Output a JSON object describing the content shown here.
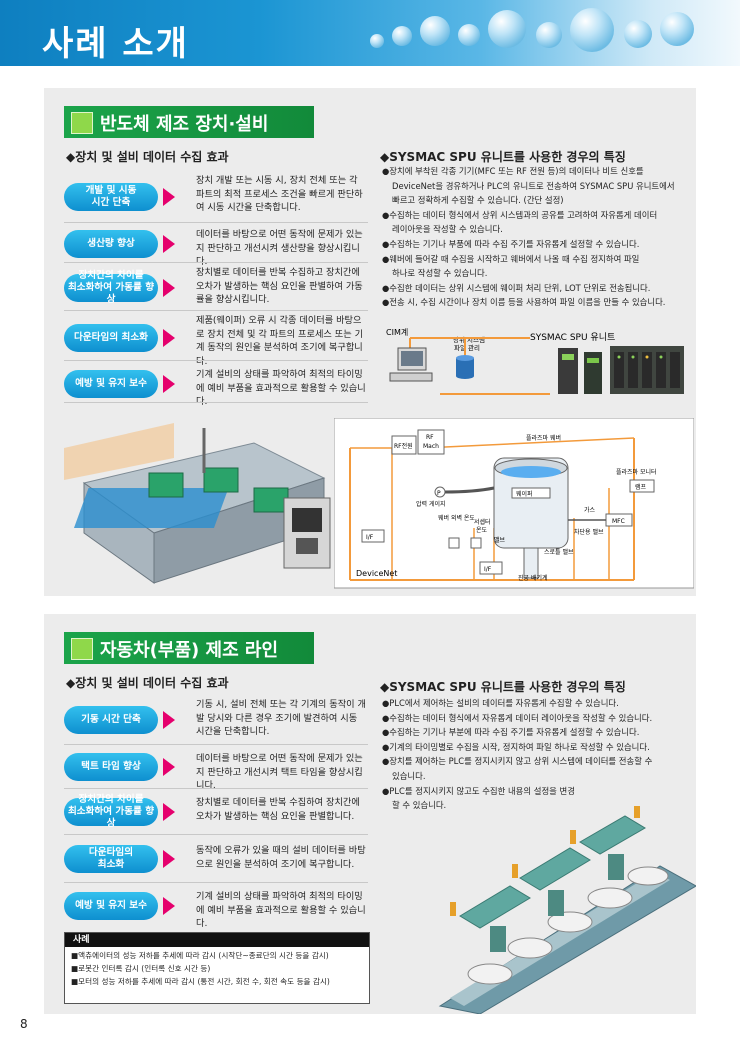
{
  "page": {
    "title": "사례 소개",
    "page_number": "8"
  },
  "section1": {
    "heading": "반도체 제조 장치·설비",
    "left_heading": "◆장치 및 설비 데이터 수집 효과",
    "right_heading": "◆SYSMAC SPU 유니트를 사용한 경우의 특징",
    "rows": [
      {
        "label": "개발 및 시동\n시간 단축",
        "text": "장치 개발 또는 시동 시, 장치 전체 또는 각 파트의 최적 프로세스 조건을 빠르게 판단하여 시동 시간을 단축합니다."
      },
      {
        "label": "생산량 향상",
        "text": "데이터를 바탕으로 어떤 동작에 문제가 있는지 판단하고 개선시켜 생산량을 향상시킵니다."
      },
      {
        "label": "장치간의 차이를\n최소화하여 가동률 향상",
        "text": "장치별로 데이터를 반복 수집하고 장치간에 오차가 발생하는 핵심 요인을 판별하여 가동률을 향상시킵니다."
      },
      {
        "label": "다운타임의 최소화",
        "text": "제품(웨이퍼) 오류 시 각종 데이터를 바탕으로 장치 전체 및 각 파트의 프로세스 또는 기계 동작의 원인을 분석하여 조기에 복구합니다."
      },
      {
        "label": "예방 및 유지 보수",
        "text": "기계 설비의 상태를 파악하여 최적의 타이밍에 예비 부품을 효과적으로 활용할 수 있습니다."
      }
    ],
    "bullets": [
      "●장치에 부착된 각종 기기(MFC 또는 RF 전원 등)의 데이터나 비트 신호를",
      "DeviceNet을 경유하거나 PLC의 유니트로 전송하여 SYSMAC SPU 유니트에서",
      "빠르고 정확하게 수집할 수 있습니다. (간단 설정)",
      "●수집하는 데이터 형식에서 상위 시스템과의 공유를 고려하여 자유롭게 데이터",
      "레이아웃을 작성할 수 있습니다.",
      "●수집하는 기기나 부품에 따라 수집 주기를 자유롭게 설정할 수 있습니다.",
      "●웨버에 들어갈 때 수집을 시작하고 웨버에서 나올 때 수집 정지하여 파일",
      "하나로 작성할 수 있습니다.",
      "●수집한 데이터는 상위 시스템에 웨이퍼 처리 단위, LOT 단위로 전송됩니다.",
      "●전송 시, 수집 시간이나 장치 이름 등을 사용하여 파일 이름을 만들 수 있습니다."
    ],
    "diagram": {
      "cim": "CIM계",
      "host_line1": "상위 시스템",
      "host_line2": "파일 관리",
      "spu": "SYSMAC SPU 유니트",
      "rf_power": "RF전원",
      "rf_match": "RF",
      "rf_match2": "Mach",
      "plasma_electrode": "플라즈마 웨버",
      "plasma_monitor": "플라즈마 모니터",
      "lamp": "램프",
      "pressure_gauge": "압력 게이지",
      "wafer": "웨이퍼",
      "gas": "가스",
      "mfc": "MFC",
      "chamber_temp": "웨버 외벽 온도",
      "thermistor1": "서셉터",
      "thermistor2": "온도",
      "shutoff_valve": "차단용 밸브",
      "valve": "밸브",
      "throttle_valve": "스로틀 밸브",
      "if1": "I/F",
      "if2": "I/F",
      "pump": "진공 배기계",
      "devicenet": "DeviceNet"
    }
  },
  "section2": {
    "heading": "자동차(부품) 제조 라인",
    "left_heading": "◆장치 및 설비 데이터 수집 효과",
    "right_heading": "◆SYSMAC SPU 유니트를 사용한 경우의 특징",
    "rows": [
      {
        "label": "기동 시간 단축",
        "text": "기동 시, 설비 전체 또는 각 기계의 동작이 개발 당시와 다른 경우 조기에 발견하여 시동 시간을 단축합니다."
      },
      {
        "label": "택트 타임 향상",
        "text": "데이터를 바탕으로 어떤 동작에 문제가 있는지 판단하고 개선시켜 택트 타임을 향상시킵니다."
      },
      {
        "label": "장치간의 차이를\n최소화하여 가동률 향상",
        "text": "장치별로 데이터를 반복 수집하여 장치간에 오차가 발생하는 핵심 요인을 판별합니다."
      },
      {
        "label": "다운타임의\n최소화",
        "text": "동작에 오류가 있을 때의 설비 데이터를 바탕으로 원인을 분석하여 조기에 복구합니다."
      },
      {
        "label": "예방 및 유지 보수",
        "text": "기계 설비의 상태를 파악하여 최적의 타이밍에 예비 부품을 효과적으로 활용할 수 있습니다."
      }
    ],
    "bullets": [
      "●PLC에서 제어하는 설비의 데이터를 자유롭게 수집할 수 있습니다.",
      "●수집하는 데이터 형식에서 자유롭게 데이터 레이아웃을 작성할 수 있습니다.",
      "●수집하는 기기나 부분에 따라 수집 주기를 자유롭게 설정할 수 있습니다.",
      "●기계의 타이밍별로 수집을 시작, 정지하여 파일 하나로 작성할 수 있습니다.",
      "●장치를 제어하는 PLC를 정지시키지 않고 상위 시스템에 데이터를 전송할 수",
      "있습니다.",
      "●PLC를 정지시키지 않고도 수집한 내용의 설정을 변경",
      "할 수 있습니다."
    ],
    "case": {
      "heading": "사례",
      "items": [
        "■액츄에이터의 성능 저하를 추세에 따라 감시 (시작단~종료단의 시간 등을 감시)",
        "■로봇간 인터록 감시 (인터록 신호 시간 등)",
        "■모터의 성능 저하를 추세에 따라 감시 (통전 시간, 회전 수, 회전 속도 등을 감시)"
      ]
    }
  },
  "colors": {
    "accent_pink": "#e5006d",
    "pill_blue": "#1aa2dc",
    "section_green": "#1ba44a",
    "diagram_orange": "#f39a3b"
  }
}
